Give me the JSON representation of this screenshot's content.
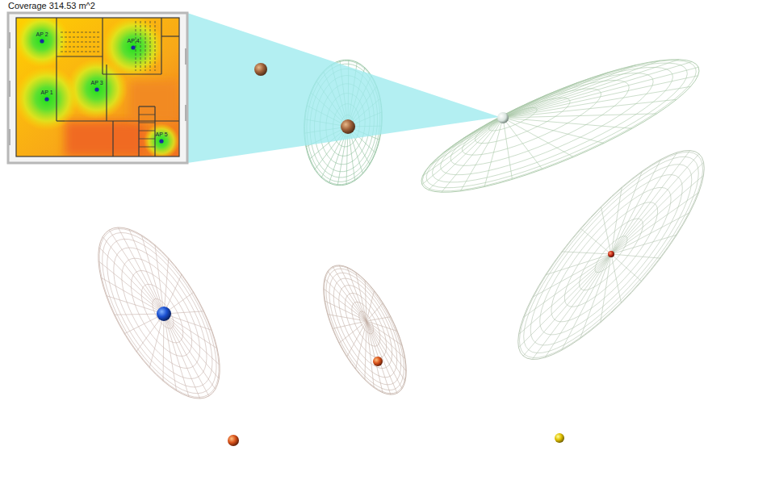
{
  "diagram": {
    "title": "Coverage 314.53 m^2",
    "labels": [
      "AP 2",
      "AP 4",
      "AP 3",
      "AP 1",
      "AP 5"
    ]
  }
}
